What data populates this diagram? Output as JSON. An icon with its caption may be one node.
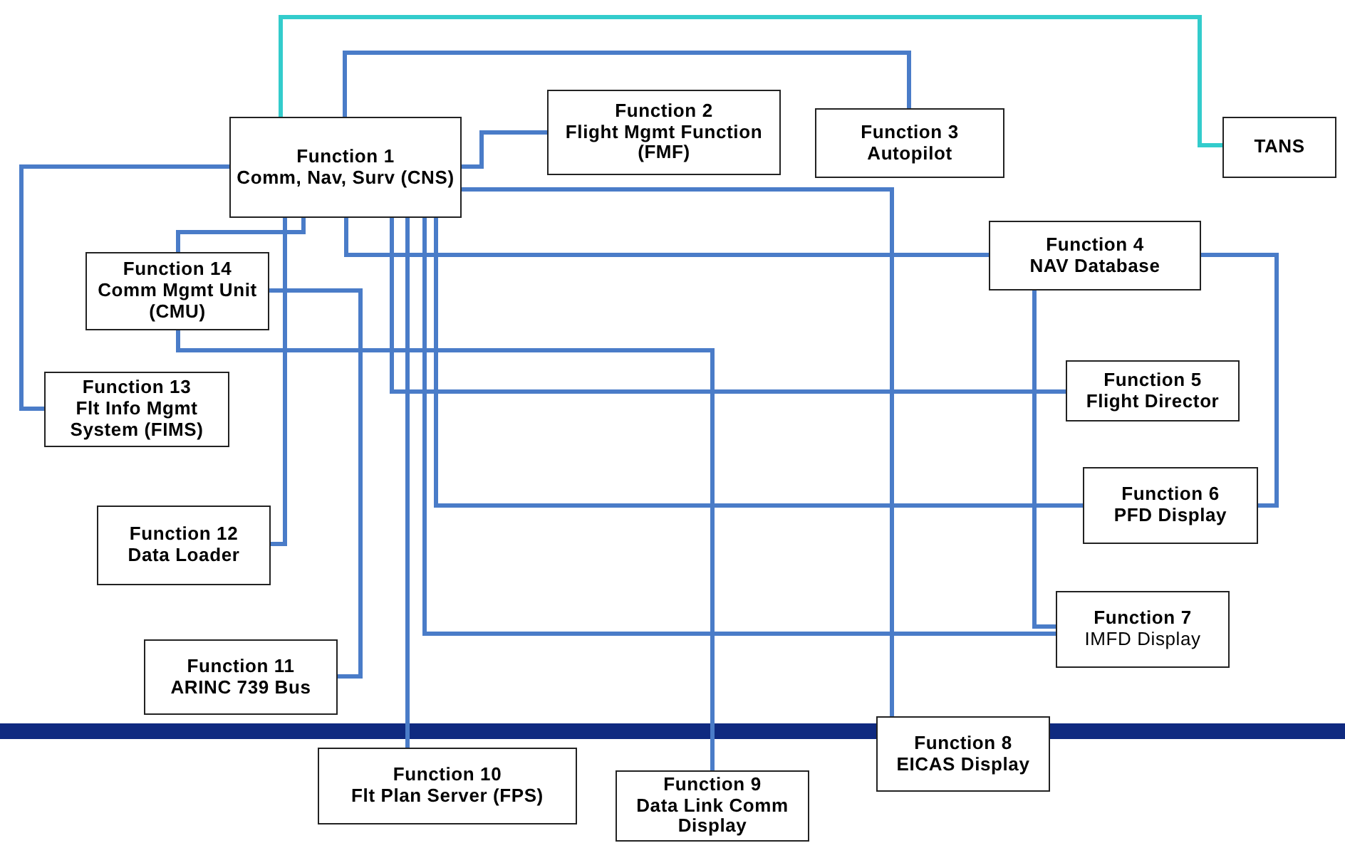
{
  "diagram": {
    "nodes": [
      {
        "text": [
          "Function 1",
          "Comm, Nav, Surv (CNS)"
        ]
      },
      {
        "text": [
          "Function 2",
          "Flight Mgmt Function (FMF)"
        ]
      },
      {
        "text": [
          "Function 3",
          "Autopilot"
        ]
      },
      {
        "text": [
          "TANS"
        ]
      },
      {
        "text": [
          "Function 4",
          "NAV Database"
        ]
      },
      {
        "text": [
          "Function 5",
          "Flight Director"
        ]
      },
      {
        "text": [
          "Function 6",
          "PFD Display"
        ]
      },
      {
        "text": [
          "Function 7",
          "IMFD Display"
        ]
      },
      {
        "text": [
          "Function 8",
          "EICAS Display"
        ]
      },
      {
        "text": [
          "Function 9",
          "Data Link Comm Display"
        ]
      },
      {
        "text": [
          "Function 10",
          "Flt Plan Server (FPS)"
        ]
      },
      {
        "text": [
          "Function 11",
          "ARINC 739 Bus"
        ]
      },
      {
        "text": [
          "Function 12",
          "Data Loader"
        ]
      },
      {
        "text": [
          "Function 13",
          "Flt Info Mgmt System (FIMS)"
        ]
      },
      {
        "text": [
          "Function 14",
          "Comm Mgmt Unit (CMU)"
        ]
      }
    ],
    "edges": [
      {
        "from": 0,
        "to": 3,
        "arrow": "none",
        "color": "#33cccc"
      },
      {
        "from": 0,
        "to": 1,
        "arrow": "none"
      },
      {
        "from": 0,
        "to": 2,
        "arrow": "none"
      },
      {
        "from": 0,
        "to": 4,
        "arrow": "none"
      },
      {
        "from": 0,
        "to": 5,
        "arrow": "none"
      },
      {
        "from": 0,
        "to": 6,
        "arrow": "none"
      },
      {
        "from": 0,
        "to": 7,
        "arrow": "none"
      },
      {
        "from": 0,
        "to": 8,
        "arrow": "none"
      },
      {
        "from": 0,
        "to": 10,
        "arrow": "none"
      },
      {
        "from": 0,
        "to": 12,
        "arrow": "none"
      },
      {
        "from": 0,
        "to": 13,
        "arrow": "none"
      },
      {
        "from": 0,
        "to": 14,
        "arrow": "none"
      },
      {
        "from": 14,
        "to": 9,
        "arrow": "none"
      },
      {
        "from": 14,
        "to": 11,
        "arrow": "none"
      },
      {
        "from": 4,
        "to": 7,
        "arrow": "none"
      },
      {
        "from": 4,
        "to": 6,
        "arrow": "none"
      }
    ]
  }
}
